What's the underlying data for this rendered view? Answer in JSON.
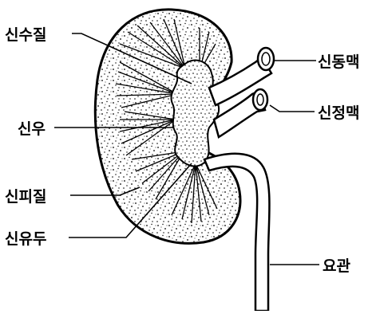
{
  "diagram": {
    "labels": {
      "medulla": "신수질",
      "pelvis": "신우",
      "cortex": "신피질",
      "papilla": "신유두",
      "artery": "신동맥",
      "vein": "신정맥",
      "ureter": "요관"
    },
    "colors": {
      "ink": "#000000",
      "paper": "#ffffff"
    }
  }
}
